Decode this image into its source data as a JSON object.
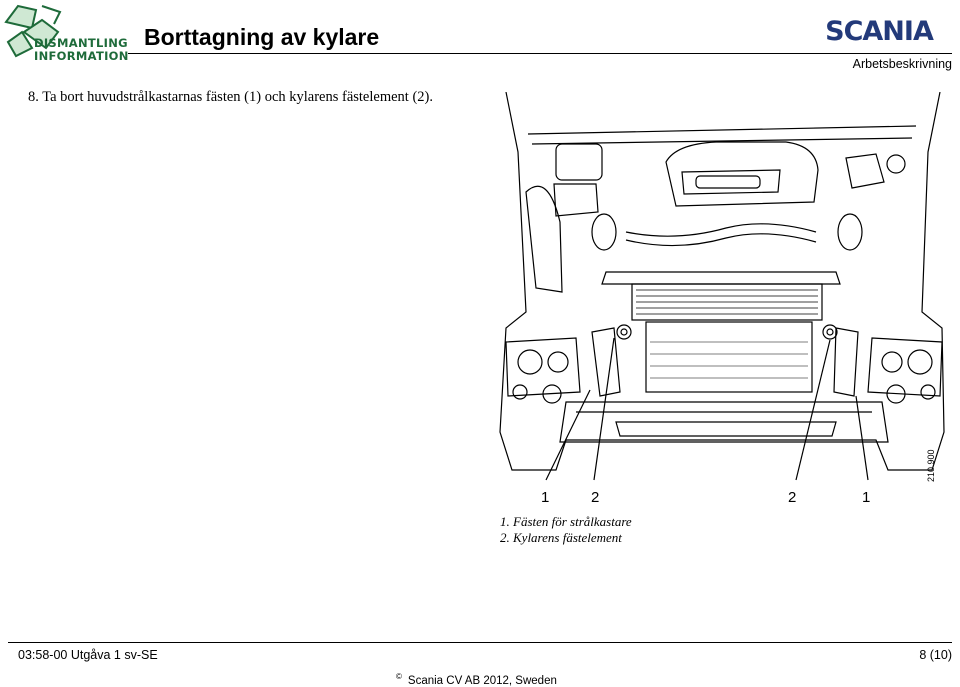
{
  "header": {
    "logo_line1": "DISMANTLING",
    "logo_line2": "INFORMATION",
    "title": "Borttagning av kylare",
    "brand": "SCANIA",
    "doc_type": "Arbetsbeskrivning"
  },
  "step": "8. Ta bort huvudstrålkastarnas fästen (1) och kylarens fästelement (2).",
  "figure": {
    "callouts": [
      "1",
      "2",
      "2",
      "1"
    ],
    "figure_number": "210 900",
    "legend": [
      "1. Fästen för strålkastare",
      "2. Kylarens fästelement"
    ]
  },
  "footer": {
    "doc_id": "03:58-00 Utgåva 1  sv-SE",
    "page": "8 (10)",
    "copyright_symbol": "©",
    "copyright": "Scania CV AB 2012, Sweden"
  }
}
